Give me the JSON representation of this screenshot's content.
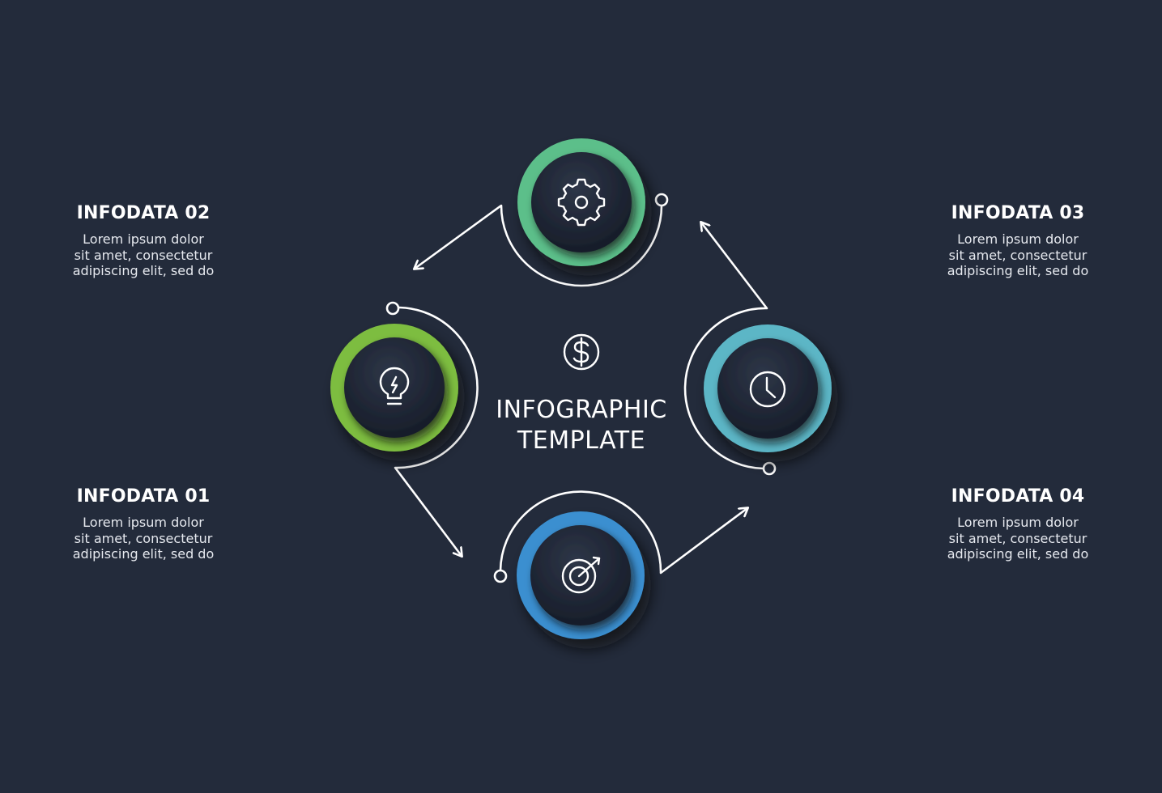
{
  "center": {
    "line1": "INFOGRAPHIC",
    "line2": "TEMPLATE",
    "icon": "dollar-icon"
  },
  "steps": [
    {
      "id": "01",
      "title": "INFODATA 01",
      "text": [
        "Lorem ipsum dolor",
        "sit amet, consectetur",
        "adipiscing elit, sed do"
      ],
      "icon": "target-icon",
      "color": "#3a8fd0"
    },
    {
      "id": "02",
      "title": "INFODATA 02",
      "text": [
        "Lorem ipsum dolor",
        "sit amet, consectetur",
        "adipiscing elit, sed do"
      ],
      "icon": "lightbulb-icon",
      "color": "#7dbd3f"
    },
    {
      "id": "03",
      "title": "INFODATA 03",
      "text": [
        "Lorem ipsum dolor",
        "sit amet, consectetur",
        "adipiscing elit, sed do"
      ],
      "icon": "clock-icon",
      "color": "#5bb6c6"
    },
    {
      "id": "04",
      "title": "INFODATA 04",
      "text": [
        "Lorem ipsum dolor",
        "sit amet, consectetur",
        "adipiscing elit, sed do"
      ],
      "icon": "gear-icon",
      "color": "#5cbf8a"
    }
  ],
  "colors": {
    "background": "#232b3b",
    "node_fill": "#1f2636",
    "line": "#ffffff"
  }
}
